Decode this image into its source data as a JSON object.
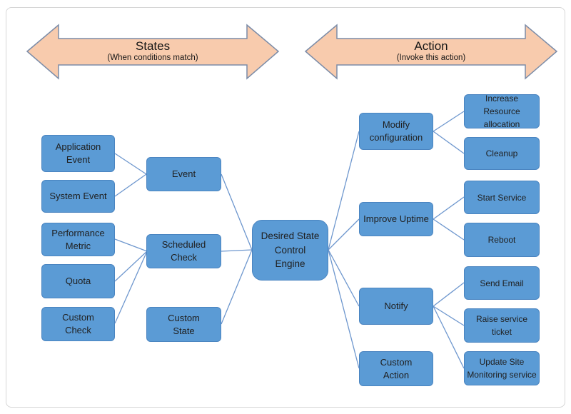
{
  "headers": {
    "states": {
      "title": "States",
      "subtitle": "(When conditions match)"
    },
    "action": {
      "title": "Action",
      "subtitle": "(Invoke this action)"
    }
  },
  "nodes": {
    "application_event": "Application\nEvent",
    "system_event": "System Event",
    "performance_metric": "Performance\nMetric",
    "quota": "Quota",
    "custom_check": "Custom\nCheck",
    "event": "Event",
    "scheduled_check": "Scheduled\nCheck",
    "custom_state": "Custom\nState",
    "engine": "Desired State\nControl\nEngine",
    "modify_configuration": "Modify\nconfiguration",
    "improve_uptime": "Improve Uptime",
    "notify": "Notify",
    "custom_action": "Custom\nAction",
    "increase_resource": "Increase Resource\nallocation",
    "cleanup": "Cleanup",
    "start_service": "Start Service",
    "reboot": "Reboot",
    "send_email": "Send Email",
    "raise_service_ticket": "Raise service\nticket",
    "update_site_monitoring": "Update Site\nMonitoring service"
  },
  "colors": {
    "node_fill": "#5b9bd5",
    "node_border": "#4a84c0",
    "connector": "#6e97ce",
    "arrow_fill": "#f8cbad",
    "arrow_border": "#7b8ca8",
    "text": "#1f1f1f",
    "frame_border": "#d6d6d6"
  }
}
